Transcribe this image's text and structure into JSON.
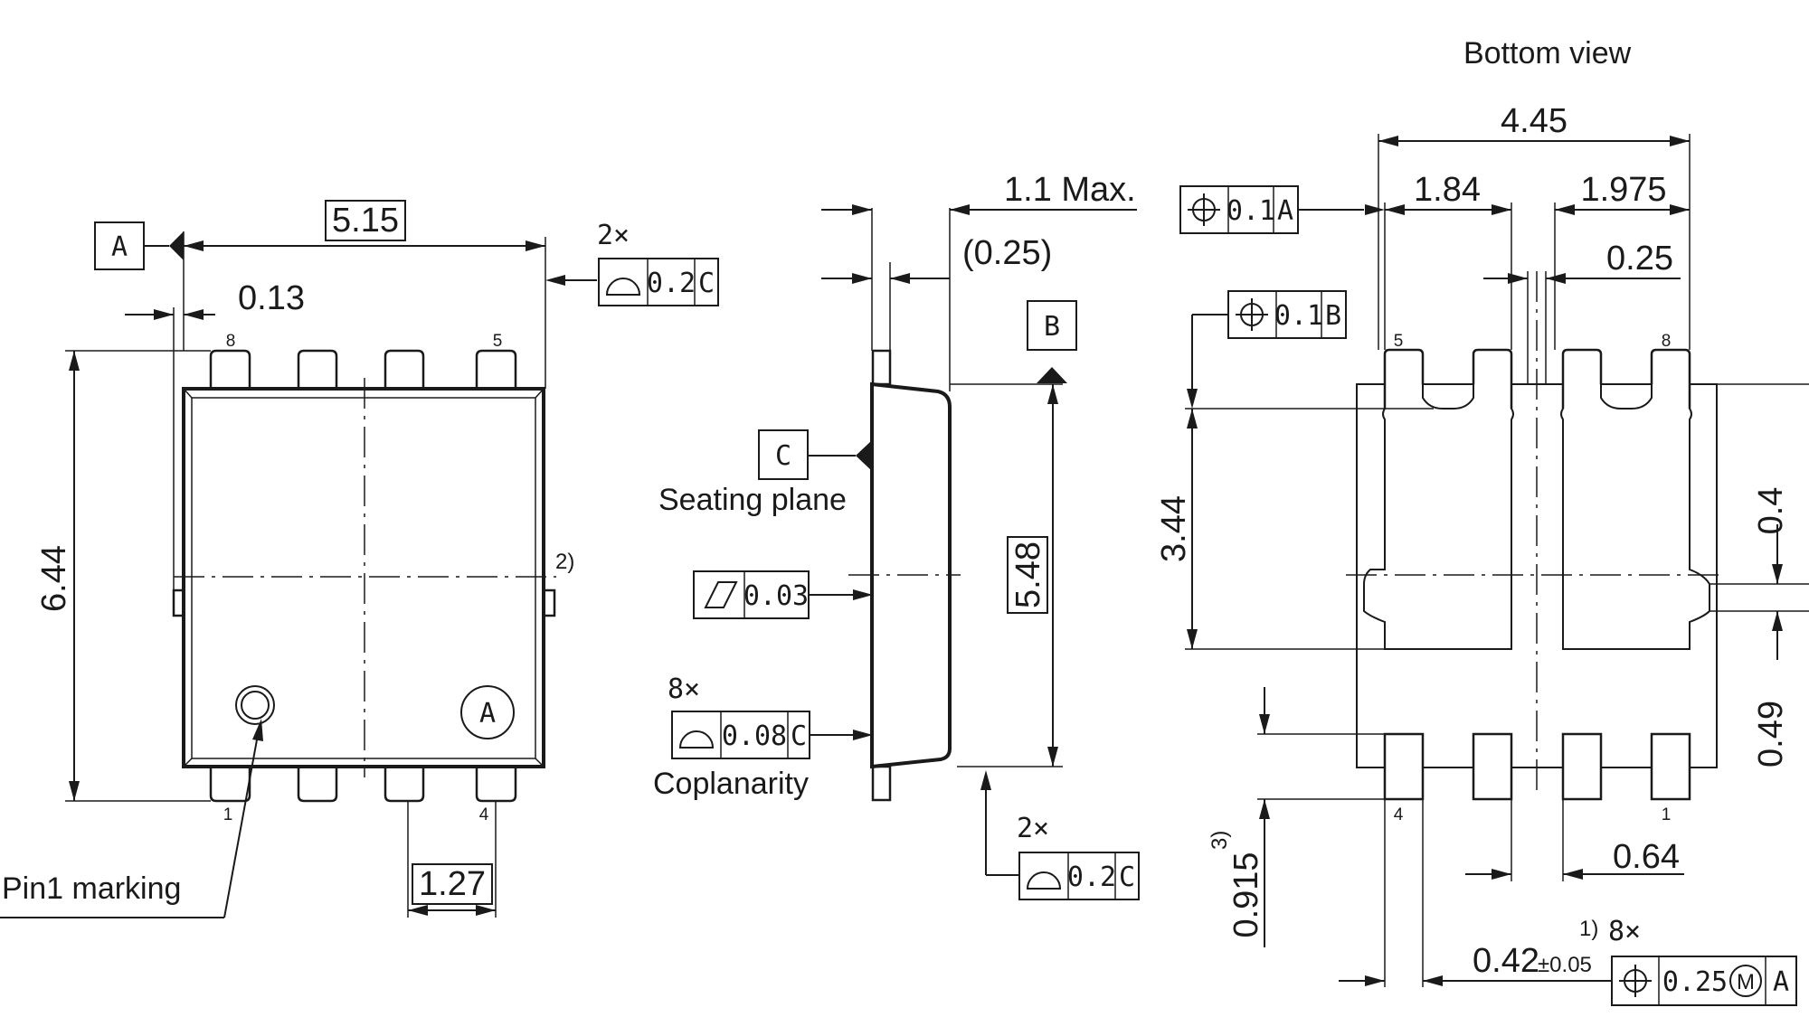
{
  "views": {
    "bottom_view_title": "Bottom view",
    "seating_plane": "Seating plane",
    "coplanarity": "Coplanarity",
    "pin1_marking": "Pin1 marking"
  },
  "dimensions": {
    "width_5_15": "5.15",
    "offset_0_13": "0.13",
    "height_6_44": "6.44",
    "pitch_1_27": "1.27",
    "max_height_1_1": "1.1 Max.",
    "ref_0_25": "(0.25)",
    "height_5_48": "5.48",
    "width_4_45": "4.45",
    "pad_1_84": "1.84",
    "pad_1_975": "1.975",
    "gap_0_25": "0.25",
    "pad_3_44": "3.44",
    "dim_0_4": "0.4",
    "dim_0_49": "0.49",
    "lead_0_915": "0.915",
    "gap_0_64": "0.64",
    "lead_width": "0.42",
    "lead_width_tol": "±0.05"
  },
  "notes": {
    "note_2": "2)",
    "note_3": "3)",
    "note_1": "1)",
    "count_2x_top": "2×",
    "count_8x_coplan": "8×",
    "count_2x_bottom": "2×",
    "count_8x_lead": "8×"
  },
  "datums": {
    "a": "A",
    "b": "B",
    "c": "C",
    "body_marking": "A"
  },
  "tolerances": {
    "profile_0_2": "0.2",
    "flatness_0_03": "0.03",
    "profile_0_08": "0.08",
    "position_0_1": "0.1",
    "position_0_25": "0.25",
    "mmc": "M"
  },
  "pins": {
    "top_left": "8",
    "top_right": "5",
    "bottom_left": "1",
    "bottom_right": "4",
    "bv_top_left": "5",
    "bv_top_right": "8",
    "bv_bottom_left": "4",
    "bv_bottom_right": "1"
  }
}
